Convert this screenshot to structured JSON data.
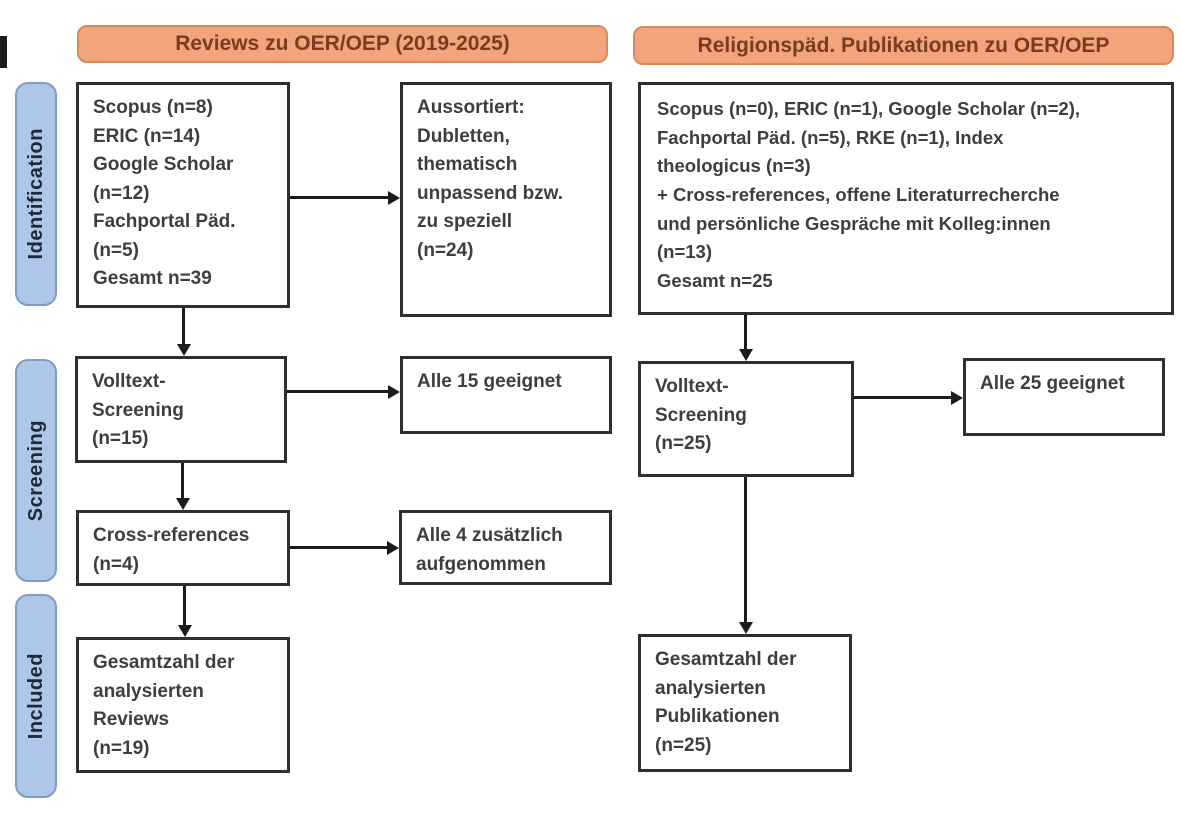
{
  "headers": {
    "left": "Reviews zu OER/OEP (2019-2025)",
    "right": "Religionspäd. Publikationen zu OER/OEP"
  },
  "stages": {
    "identification": "Identification",
    "screening": "Screening",
    "included": "Included"
  },
  "boxes": {
    "reviews_sources": "Scopus (n=8)\nERIC (n=14)\nGoogle Scholar\n(n=12)\nFachportal Päd.\n(n=5)\nGesamt n=39",
    "reviews_excluded": "Aussortiert:\nDubletten,\nthematisch\nunpassend bzw.\nzu speziell\n(n=24)",
    "reviews_fulltext": "Volltext-\nScreening\n(n=15)",
    "reviews_fulltext_result": "Alle 15 geeignet",
    "reviews_crossref": "Cross-references\n(n=4)",
    "reviews_crossref_result": "Alle 4 zusätzlich\naufgenommen",
    "reviews_included": "Gesamtzahl der\nanalysierten\nReviews\n(n=19)",
    "relpaed_sources": "Scopus (n=0), ERIC (n=1), Google Scholar (n=2),\nFachportal Päd. (n=5), RKE (n=1), Index\ntheologicus (n=3)\n+ Cross-references, offene Literaturrecherche\nund persönliche Gespräche mit Kolleg:innen\n(n=13)\nGesamt n=25",
    "relpaed_fulltext": "Volltext-\nScreening\n(n=25)",
    "relpaed_fulltext_result": "Alle 25 geeignet",
    "relpaed_included": "Gesamtzahl der\nanalysierten\nPublikationen\n(n=25)"
  },
  "colors": {
    "header_bg": "#F2A47C",
    "header_border": "#D9895B",
    "header_text": "#7A3B22",
    "stage_bg": "#AEC7E8",
    "stage_border": "#7F9CC5",
    "stage_text": "#1E2936",
    "box_border": "#2E2E2E",
    "box_text": "#3E3E3E",
    "arrow": "#1B1B1B"
  }
}
